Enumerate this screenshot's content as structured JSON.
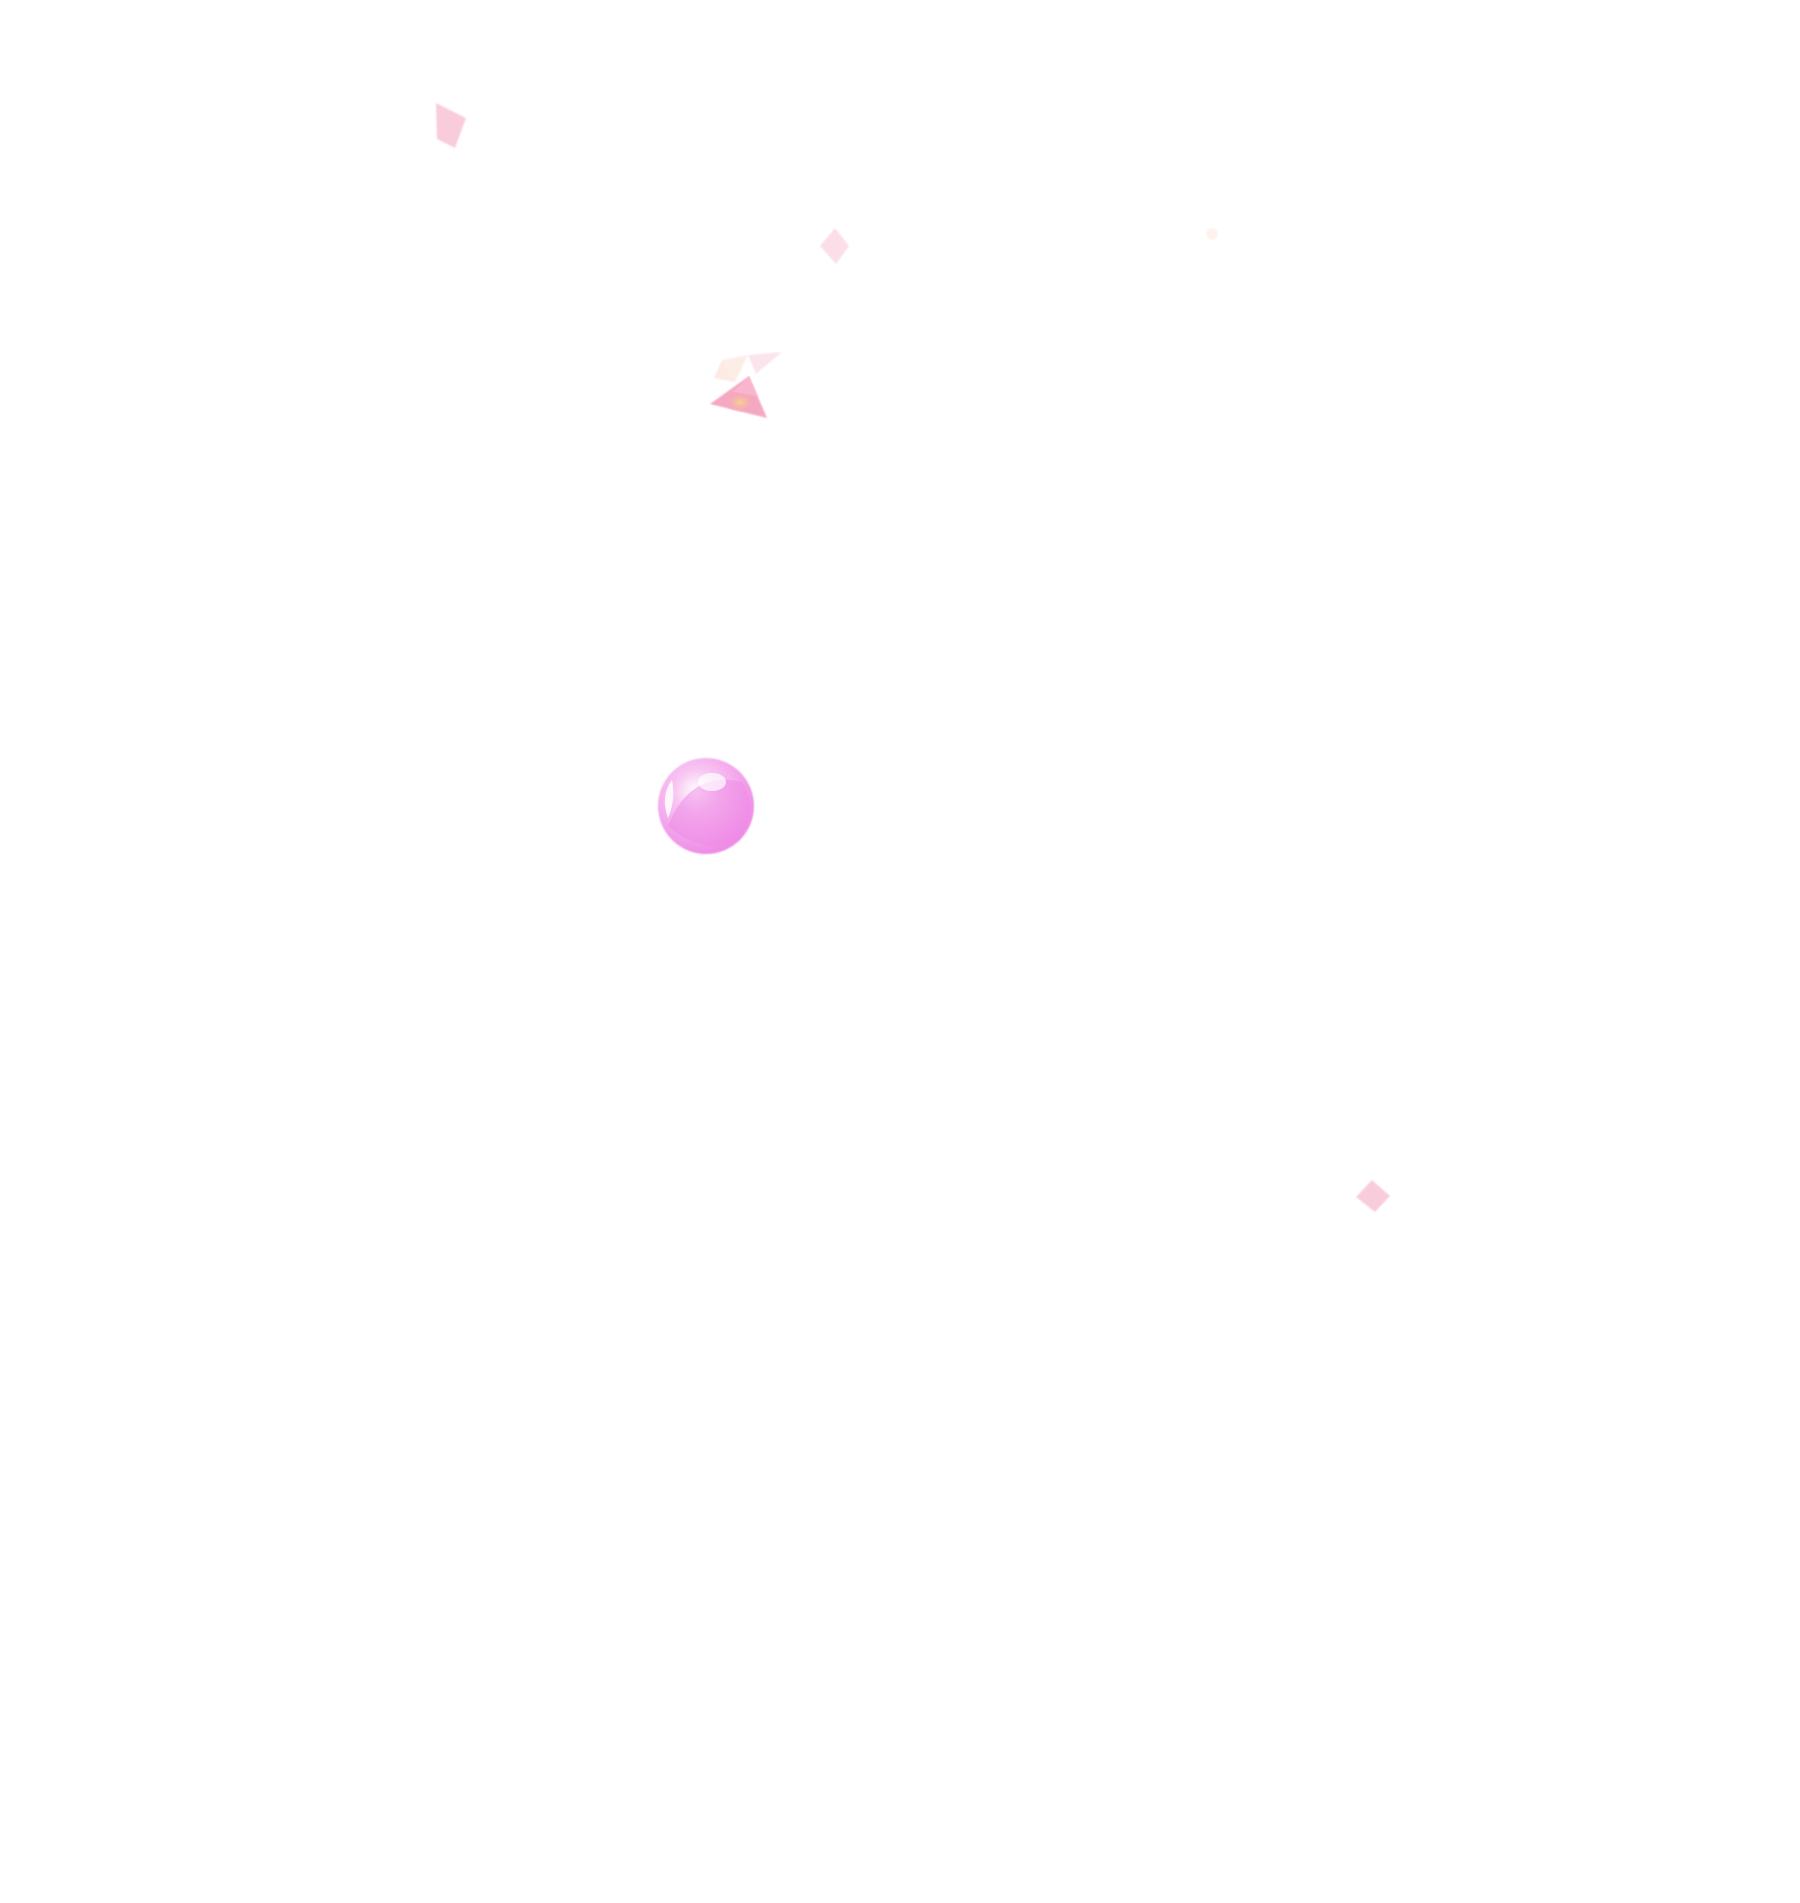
{
  "scene": {
    "background_color": "#ffffff",
    "particle_colors": {
      "confetti_pink": "#f9c4d6",
      "confetti_pale": "#fbdbe6",
      "confetti_cream": "#fde7df",
      "triangle_pink": "#f49ab8",
      "triangle_glow": "#f7d98a",
      "orb_magenta": "#ef8be6",
      "orb_light": "#f7c6f2",
      "orb_highlight": "#ffffff"
    },
    "particles": [
      {
        "kind": "diamond-confetti",
        "color": "confetti_pink"
      },
      {
        "kind": "diamond-confetti",
        "color": "confetti_pale"
      },
      {
        "kind": "bow-confetti",
        "color": "confetti_cream"
      },
      {
        "kind": "triangle-confetti",
        "color": "triangle_pink"
      },
      {
        "kind": "glowing-orb",
        "color": "orb_magenta"
      },
      {
        "kind": "diamond-confetti",
        "color": "confetti_pink"
      },
      {
        "kind": "faint-speck",
        "color": "confetti_cream"
      }
    ]
  }
}
